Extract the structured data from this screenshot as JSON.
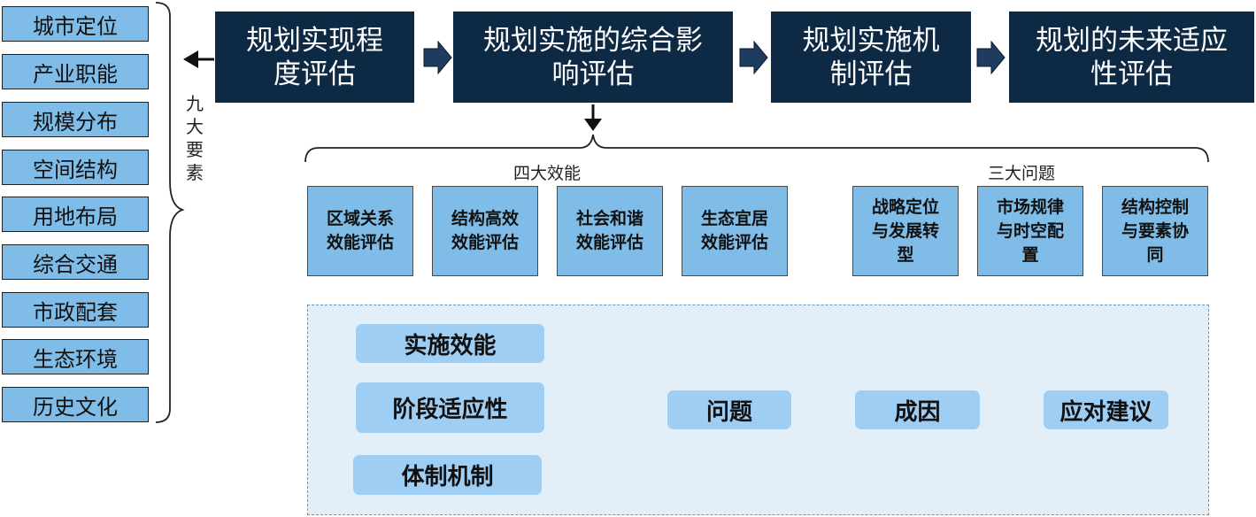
{
  "left_elements": [
    "城市定位",
    "产业职能",
    "规模分布",
    "空间结构",
    "用地布局",
    "综合交通",
    "市政配套",
    "生态环境",
    "历史文化"
  ],
  "vertical_label": [
    "九",
    "大",
    "要",
    "素"
  ],
  "top_boxes": [
    {
      "lines": [
        "规划实现程",
        "度评估"
      ]
    },
    {
      "lines": [
        "规划实施的综合影",
        "响评估"
      ]
    },
    {
      "lines": [
        "规划实施机",
        "制评估"
      ]
    },
    {
      "lines": [
        "规划的未来适应",
        "性评估"
      ]
    }
  ],
  "groups": {
    "left": "四大效能",
    "right": "三大问题"
  },
  "efficiency_boxes": [
    {
      "lines": [
        "区域关系",
        "效能评估"
      ]
    },
    {
      "lines": [
        "结构高效",
        "效能评估"
      ]
    },
    {
      "lines": [
        "社会和谐",
        "效能评估"
      ]
    },
    {
      "lines": [
        "生态宜居",
        "效能评估"
      ]
    }
  ],
  "problem_boxes": [
    {
      "lines": [
        "战略定位",
        "与发展转",
        "型"
      ]
    },
    {
      "lines": [
        "市场规律",
        "与时空配",
        "置"
      ]
    },
    {
      "lines": [
        "结构控制",
        "与要素协",
        "同"
      ]
    }
  ],
  "panel": {
    "inputs": [
      "实施效能",
      "阶段适应性",
      "体制机制"
    ],
    "flow": [
      "问题",
      "成因",
      "应对建议"
    ]
  },
  "colors": {
    "dark_box": "#0e2944",
    "light_box": "#7fbde8",
    "panel_bg": "#e3eff8",
    "pill": "#9fcef4",
    "arrow_light": "#8ccaf0"
  }
}
